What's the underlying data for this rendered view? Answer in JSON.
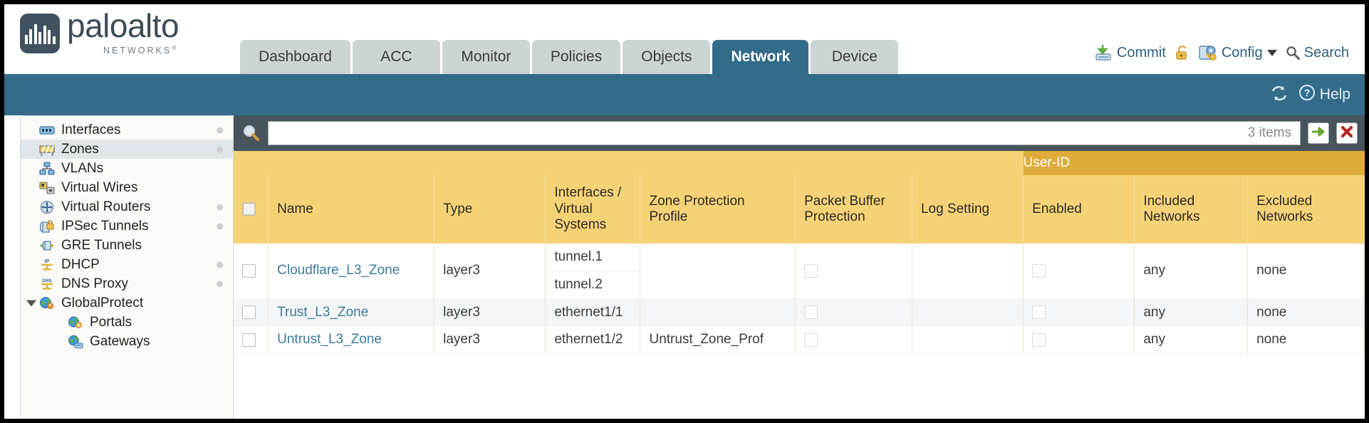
{
  "brand": {
    "name": "paloalto",
    "tagline": "NETWORKS",
    "trademark": "®"
  },
  "nav": {
    "tabs": [
      {
        "label": "Dashboard",
        "active": false
      },
      {
        "label": "ACC",
        "active": false
      },
      {
        "label": "Monitor",
        "active": false
      },
      {
        "label": "Policies",
        "active": false
      },
      {
        "label": "Objects",
        "active": false
      },
      {
        "label": "Network",
        "active": true
      },
      {
        "label": "Device",
        "active": false
      }
    ]
  },
  "top_actions": {
    "commit": "Commit",
    "commit_icon": "commit-save-icon",
    "lock_icon": "padlock-icon",
    "config": "Config",
    "config_icon": "config-wrench-icon",
    "config_caret": "chevron-down-icon",
    "search": "Search",
    "search_icon": "search-magnifier-icon"
  },
  "blueband": {
    "refresh_icon": "refresh-icon",
    "help": "Help",
    "help_icon": "help-question-icon"
  },
  "sidebar": {
    "items": [
      {
        "label": "Interfaces",
        "icon": "interfaces-icon",
        "selected": false,
        "child": false,
        "dot": true,
        "triangle": false
      },
      {
        "label": "Zones",
        "icon": "zones-icon",
        "selected": true,
        "child": false,
        "dot": true,
        "triangle": false
      },
      {
        "label": "VLANs",
        "icon": "vlans-icon",
        "selected": false,
        "child": false,
        "dot": false,
        "triangle": false
      },
      {
        "label": "Virtual Wires",
        "icon": "virtual-wires-icon",
        "selected": false,
        "child": false,
        "dot": false,
        "triangle": false
      },
      {
        "label": "Virtual Routers",
        "icon": "virtual-routers-icon",
        "selected": false,
        "child": false,
        "dot": true,
        "triangle": false
      },
      {
        "label": "IPSec Tunnels",
        "icon": "ipsec-tunnels-icon",
        "selected": false,
        "child": false,
        "dot": true,
        "triangle": false
      },
      {
        "label": "GRE Tunnels",
        "icon": "gre-tunnels-icon",
        "selected": false,
        "child": false,
        "dot": false,
        "triangle": false
      },
      {
        "label": "DHCP",
        "icon": "dhcp-icon",
        "selected": false,
        "child": false,
        "dot": true,
        "triangle": false
      },
      {
        "label": "DNS Proxy",
        "icon": "dns-proxy-icon",
        "selected": false,
        "child": false,
        "dot": true,
        "triangle": false
      },
      {
        "label": "GlobalProtect",
        "icon": "globalprotect-icon",
        "selected": false,
        "child": false,
        "dot": false,
        "triangle": true
      },
      {
        "label": "Portals",
        "icon": "portals-icon",
        "selected": false,
        "child": true,
        "dot": false,
        "triangle": false
      },
      {
        "label": "Gateways",
        "icon": "gateways-icon",
        "selected": false,
        "child": true,
        "dot": false,
        "triangle": false
      }
    ]
  },
  "search": {
    "icon": "search-magnifier-icon",
    "value": "",
    "placeholder": "",
    "items_count": "3 items",
    "apply_icon": "green-arrow-icon",
    "clear_icon": "red-x-icon"
  },
  "table": {
    "group_header": {
      "label": "User-ID",
      "span": 3
    },
    "columns": [
      "Name",
      "Type",
      "Interfaces / Virtual Systems",
      "Zone Protection Profile",
      "Packet Buffer Protection",
      "Log Setting",
      "Enabled",
      "Included Networks",
      "Excluded Networks"
    ],
    "rows": [
      {
        "name": "Cloudflare_L3_Zone",
        "type": "layer3",
        "interfaces": [
          "tunnel.1",
          "tunnel.2"
        ],
        "zone_protection_profile": "",
        "packet_buffer_protection": false,
        "log_setting": "",
        "userid_enabled": false,
        "included_networks": "any",
        "excluded_networks": "none"
      },
      {
        "name": "Trust_L3_Zone",
        "type": "layer3",
        "interfaces": [
          "ethernet1/1"
        ],
        "zone_protection_profile": "",
        "packet_buffer_protection": false,
        "log_setting": "",
        "userid_enabled": false,
        "included_networks": "any",
        "excluded_networks": "none"
      },
      {
        "name": "Untrust_L3_Zone",
        "type": "layer3",
        "interfaces": [
          "ethernet1/2"
        ],
        "zone_protection_profile": "Untrust_Zone_Prof",
        "packet_buffer_protection": false,
        "log_setting": "",
        "userid_enabled": false,
        "included_networks": "any",
        "excluded_networks": "none"
      }
    ]
  },
  "colors": {
    "brand_slate": "#41525e",
    "tab_active": "#336c8b",
    "tab_inactive": "#ccd5d6",
    "band_blue": "#336c8b",
    "header_amber": "#f6d277",
    "group_amber": "#dfac3c",
    "link_blue": "#3d7b9c",
    "searchbar_dark": "#48545c"
  }
}
